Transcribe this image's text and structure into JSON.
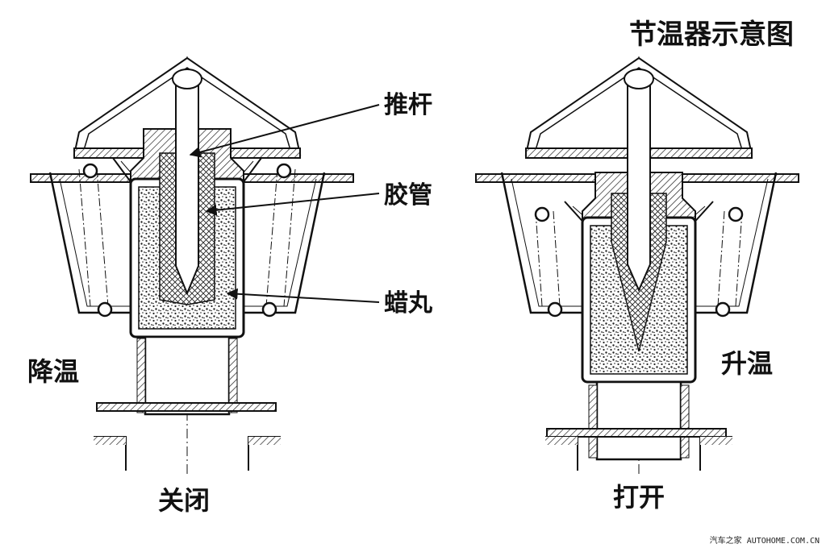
{
  "title": "节温器示意图",
  "callouts": {
    "push_rod": "推杆",
    "rubber_tube": "胶管",
    "wax_pellet": "蜡丸"
  },
  "left": {
    "temperature_label": "降温",
    "state_label": "关闭",
    "temperature_color": "#1f4fd6"
  },
  "right": {
    "temperature_label": "升温",
    "state_label": "打开",
    "temperature_color": "#e02020"
  },
  "watermark": "汽车之家 AUTOHOME.COM.CN"
}
